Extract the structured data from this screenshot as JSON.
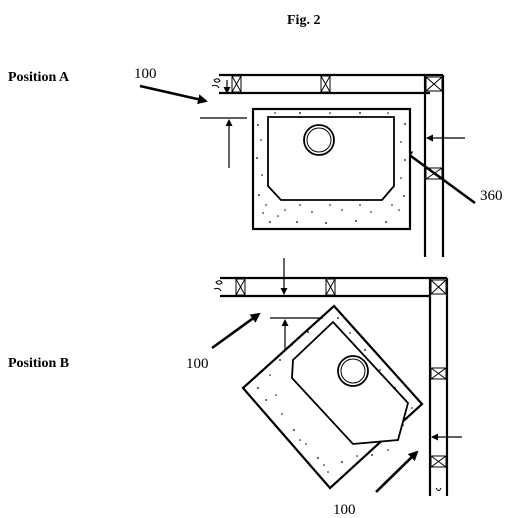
{
  "figure": {
    "title": "Fig. 2",
    "position_a": {
      "label": "Position A",
      "dim_top": "100",
      "dim_right": "360"
    },
    "position_b": {
      "label": "Position B",
      "dim_left": "100",
      "dim_bottom": "100"
    }
  }
}
